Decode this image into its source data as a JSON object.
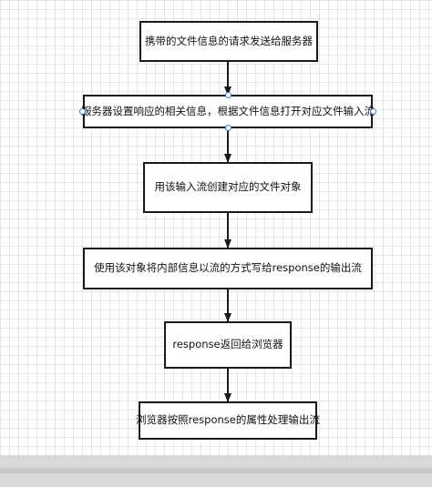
{
  "diagram": {
    "steps": [
      {
        "id": "n1",
        "label": "携带的文件信息的请求发送给服务器"
      },
      {
        "id": "n2",
        "label": "服务器设置响应的相关信息，根据文件信息打开对应文件输入流"
      },
      {
        "id": "n3",
        "label": "用该输入流创建对应的文件对象"
      },
      {
        "id": "n4",
        "label": "使用该对象将内部信息以流的方式写给response的输出流"
      },
      {
        "id": "n5",
        "label": "response返回给浏览器"
      },
      {
        "id": "n6",
        "label": "浏览器按照response的属性处理输出流"
      }
    ],
    "colors": {
      "line": "#1a1a1a",
      "handle": "#3d7ddc",
      "grid": "#e6e6e6"
    }
  }
}
